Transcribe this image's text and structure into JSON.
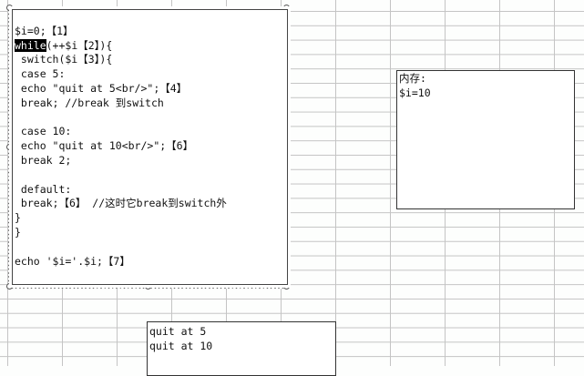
{
  "code_box": {
    "lines": [
      "$i=0;【1】",
      "while",
      "(++$i【2】){",
      " switch($i【3】){",
      " case 5:",
      " echo \"quit at 5<br/>\";【4】",
      " break; //break 到switch",
      "",
      " case 10:",
      " echo \"quit at 10<br/>\";【6】",
      " break 2;",
      "",
      " default:",
      " break;【6】 //这时它break到switch外",
      "}",
      "}",
      "",
      "echo '$i='.$i;【7】"
    ]
  },
  "memory_box": {
    "title": "内存:",
    "value": "$i=10"
  },
  "output_box": {
    "lines": [
      "quit at 5",
      "quit at 10"
    ]
  }
}
